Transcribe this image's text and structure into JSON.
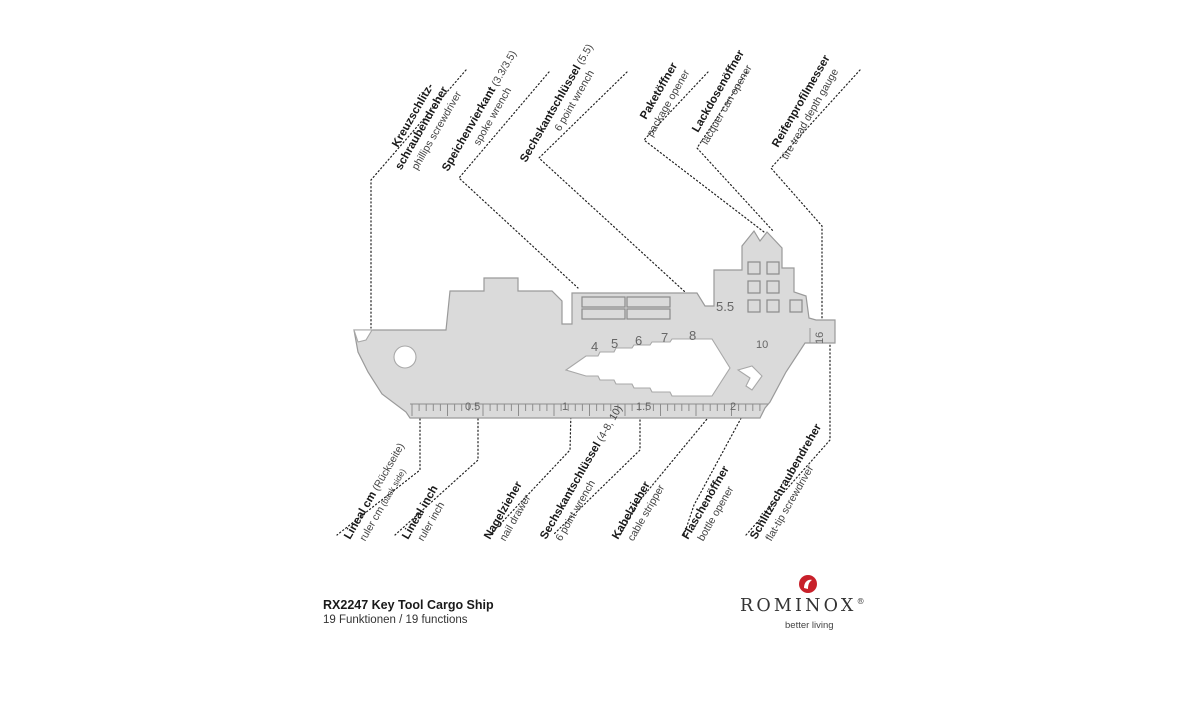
{
  "product": {
    "title": "RX2247 Key Tool Cargo Ship",
    "subtitle": "19 Funktionen / 19 functions"
  },
  "brand": {
    "name": "ROMINOX",
    "registered": "®",
    "tagline": "better living",
    "logo_color": "#c8202a"
  },
  "tool": {
    "wrench_sizes": [
      "4",
      "5",
      "6",
      "7",
      "8"
    ],
    "wrench_10": "10",
    "hex_5_5": "5.5",
    "gauge_16": "16",
    "ruler_labels": [
      "0.5",
      "1",
      "1.5",
      "2"
    ]
  },
  "labels_top": [
    {
      "de": "Kreuzschlitz-",
      "de2": "schraubendreher",
      "en": "phillips screwdriver"
    },
    {
      "de": "Speichenvierkant",
      "de_suffix": " (3.3/3.5)",
      "en": "spoke wrench"
    },
    {
      "de": "Sechskantschlüssel",
      "de_suffix": " (5.5)",
      "en": "6 point wrench"
    },
    {
      "de": "Paketöffner",
      "en": "package opener"
    },
    {
      "de": "Lackdosenöffner",
      "en": "lacquer can opener"
    },
    {
      "de": "Reifenprofilmesser",
      "en": "tire tread depth gauge"
    }
  ],
  "labels_bottom": [
    {
      "de": "Lineal cm",
      "de_suffix": " (Rückseite)",
      "en": "ruler cm",
      "en_suffix": " (back side)"
    },
    {
      "de": "Lineal inch",
      "en": "ruler inch"
    },
    {
      "de": "Nagelzieher",
      "en": "nail drawer"
    },
    {
      "de": "Sechskantschlüssel",
      "de_suffix": " (4-8, 10)",
      "en": "6 point wrench"
    },
    {
      "de": "Kabelzieher",
      "en": "cable stripper"
    },
    {
      "de": "Flaschenöffner",
      "en": "bottle opener"
    },
    {
      "de": "Schlitzschraubendreher",
      "en": "flat-tip screwdriver"
    }
  ]
}
